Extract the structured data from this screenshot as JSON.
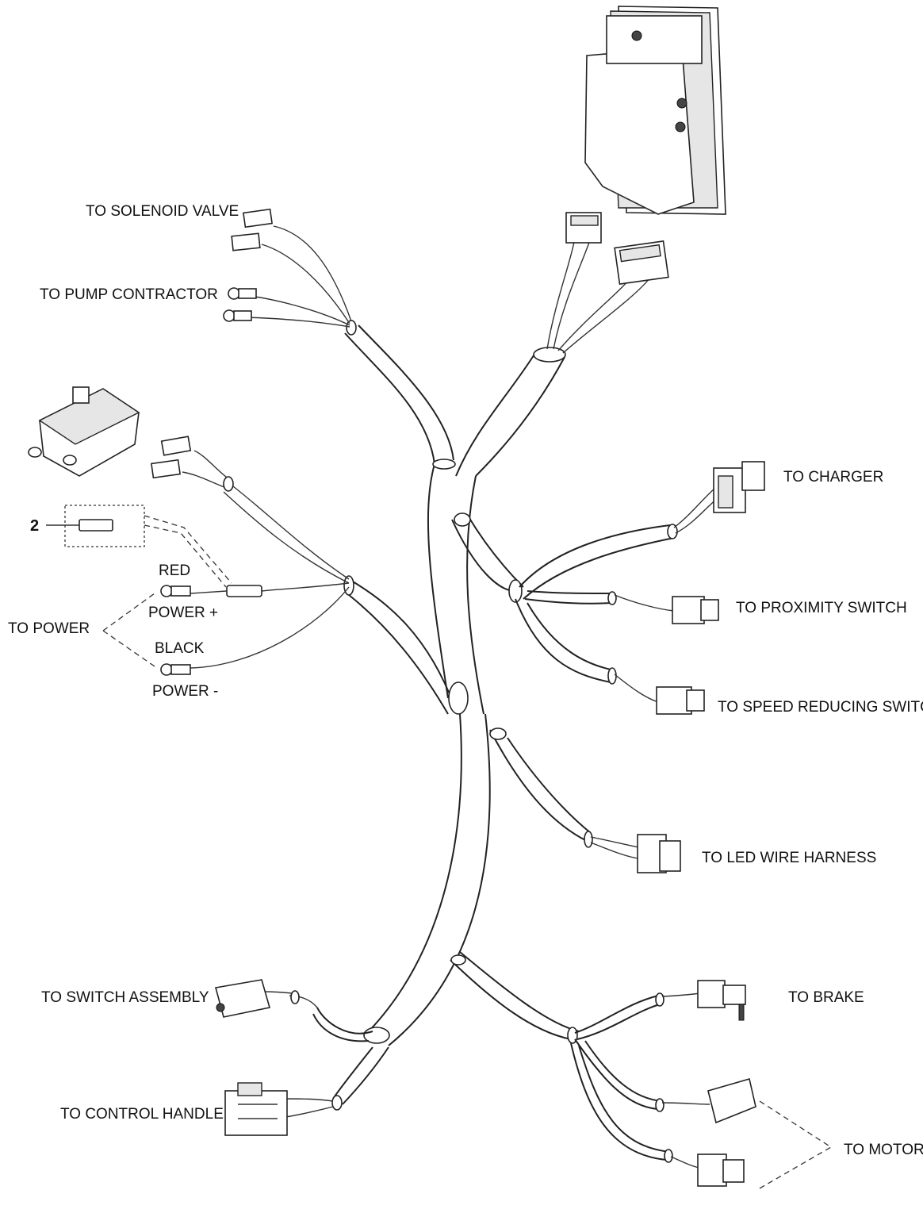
{
  "labels": {
    "solenoid_valve": "TO SOLENOID VALVE",
    "pump_contractor": "TO PUMP CONTRACTOR",
    "charger": "TO CHARGER",
    "proximity_switch": "TO PROXIMITY SWITCH",
    "speed_reducing_switch": "TO SPEED REDUCING SWITCH",
    "led_wire_harness": "TO LED WIRE HARNESS",
    "switch_assembly": "TO SWITCH ASSEMBLY",
    "control_handle": "TO CONTROL HANDLE",
    "brake": "TO BRAKE",
    "motor": "TO MOTOR",
    "power": "TO POWER",
    "red": "RED",
    "power_plus": "POWER +",
    "black": "BLACK",
    "power_minus": "POWER -",
    "fuse_callout": "2"
  },
  "icons": [
    "controller-module",
    "contactor-relay",
    "fuse",
    "ring-terminal",
    "spade-terminal",
    "multi-pin-connector",
    "sealed-connector"
  ],
  "colors": {
    "line": "#222222",
    "background": "#ffffff"
  }
}
